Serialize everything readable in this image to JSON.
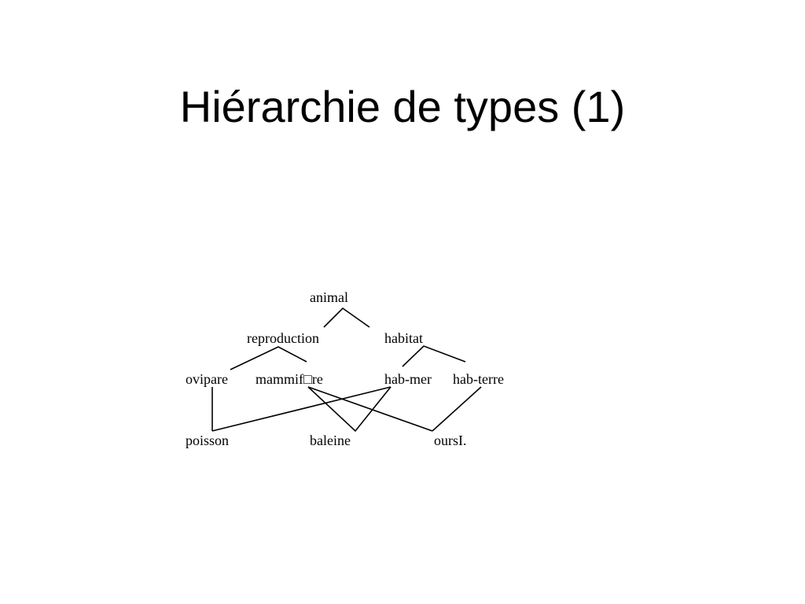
{
  "slide": {
    "title": "Hiérarchie de types (1)"
  },
  "diagram": {
    "nodes": {
      "animal": "animal",
      "reproduction": "reproduction",
      "habitat": "habitat",
      "ovipare": "ovipare",
      "mammifere": "mammif□re",
      "hab_mer": "hab-mer",
      "hab_terre": "hab-terre",
      "poisson": "poisson",
      "baleine": "baleine",
      "ours": "oursI."
    }
  }
}
